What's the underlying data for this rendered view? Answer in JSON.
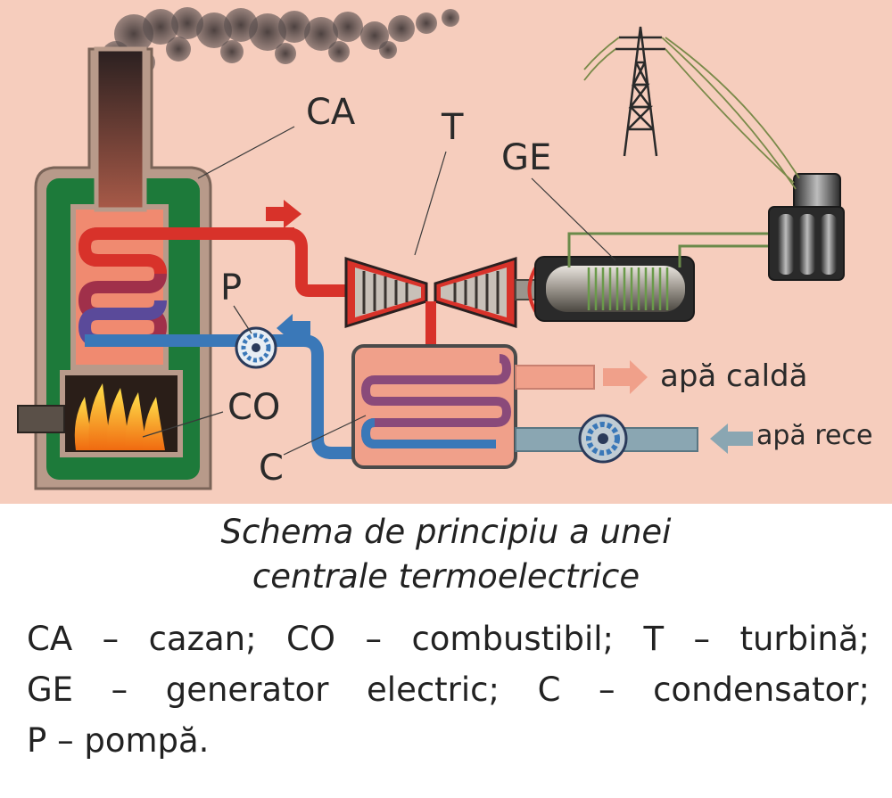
{
  "labels": {
    "boiler": "CA",
    "turbine": "T",
    "generator": "GE",
    "pump": "P",
    "fuel": "CO",
    "condenser": "C",
    "hot_water": "apă caldă",
    "cold_water": "apă rece"
  },
  "caption": {
    "line1": "Schema de principiu a unei",
    "line2": "centrale termoelectrice"
  },
  "legend": {
    "line1": "CA – cazan; CO – combustibil; T – turbină;",
    "line2": "GE – generator electric; C – condensator;",
    "line3": "P – pompă."
  },
  "colors": {
    "background": "#f6cdbd",
    "boiler_outer": "#b89a8a",
    "boiler_green": "#1d7a3a",
    "hot_pipe": "#d8322a",
    "cold_pipe": "#3a78b8",
    "hot_water": "#f0a08a",
    "cold_water": "#8aa6b2",
    "smoke": "#4a4040"
  }
}
